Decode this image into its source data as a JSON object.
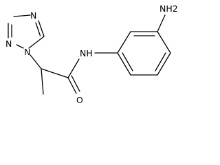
{
  "structure": {
    "atoms": [
      {
        "label": "N",
        "role": "triazole-n4"
      },
      {
        "label": "N",
        "role": "triazole-n2"
      },
      {
        "label": "N",
        "role": "triazole-n1"
      },
      {
        "label": "NH",
        "role": "amide-nh"
      },
      {
        "label": "O",
        "role": "carbonyl-o"
      },
      {
        "label": "NH2",
        "role": "amine-nh2"
      }
    ]
  }
}
